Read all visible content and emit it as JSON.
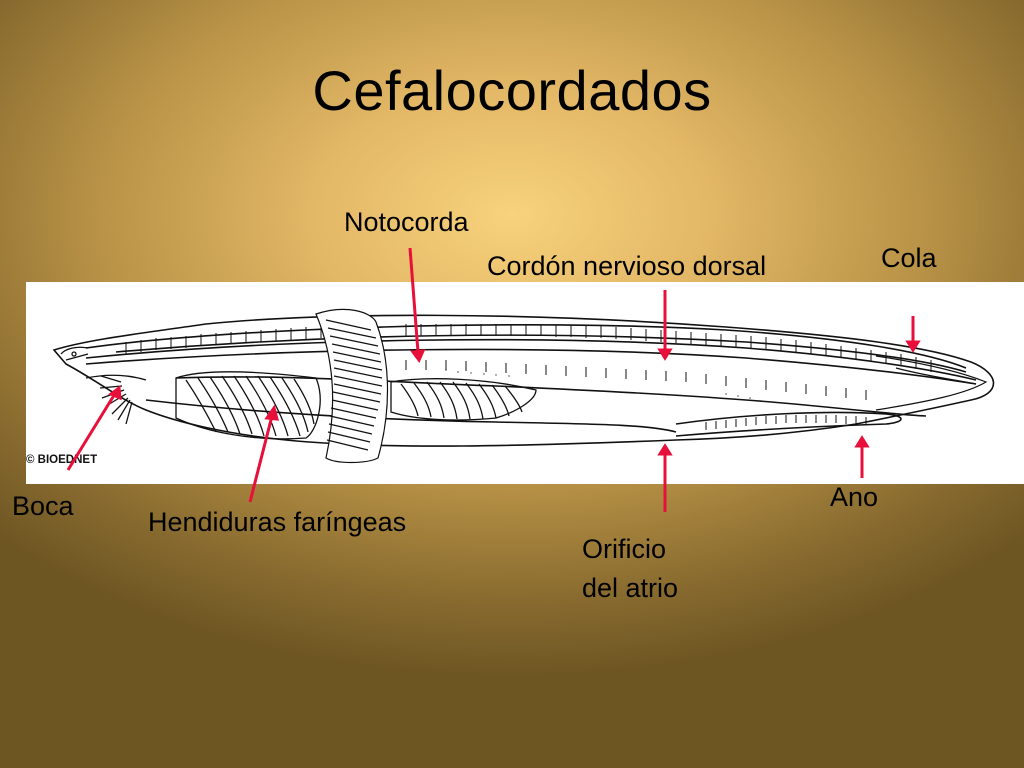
{
  "title": "Cefalocordados",
  "copyright": "© BIOEDNET",
  "labels": {
    "notocorda": "Notocorda",
    "cordon": "Cordón nervioso dorsal",
    "cola": "Cola",
    "boca": "Boca",
    "hendiduras": "Hendiduras faríngeas",
    "orificio_line1": "Orificio",
    "orificio_line2": "del atrio",
    "ano": "Ano"
  },
  "colors": {
    "pointer": "#e8103a",
    "ink": "#111111",
    "panel": "#ffffff"
  }
}
